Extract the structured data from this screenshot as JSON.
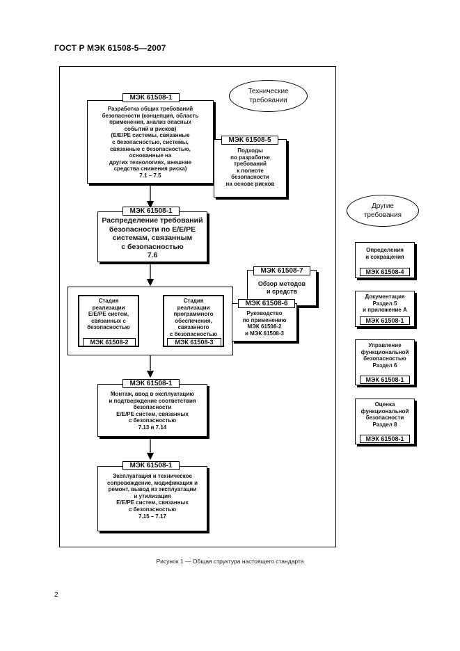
{
  "header": "ГОСТ Р МЭК 61508-5—2007",
  "ellipse_technical": "Технические\nтребовании",
  "ellipse_other": "Другие\nтребования",
  "box1": {
    "label": "МЭК 61508-1",
    "text": "Разработка общих требований\nбезопасности (концепция, область\nприменения, анализ опасных\nсобытий и рисков)\n(Е/Е/РЕ системы, связанные\nс безопасностью, системы,\nсвязанные с безопасностью,\nоснованные на\nдругих технологиях, внешние\nсредства снижения риска)\n7.1 – 7.5"
  },
  "box_part5": {
    "label": "МЭК 61508-5",
    "text": "Подходы\nпо разработке\nтребований\nк полноте\nбезопасности\nна основе рисков"
  },
  "box2": {
    "label": "МЭК 61508-1",
    "text": "Распределение требований\nбезопасности по Е/Е/РЕ\nсистемам, связанным\nс безопасностью\n7.6"
  },
  "box_part7": {
    "label": "МЭК 61508-7",
    "text": "Обзор методов\nи средств"
  },
  "box_part6": {
    "label": "МЭК 61508-6",
    "text": "Руководство\nпо применению\nМЭК 61508-2\nи МЭК 61508-3"
  },
  "stage_hw": {
    "text": "Стадия\nреализации\nЕ/Е/РЕ систем,\nсвязанных с\nбезопасностью",
    "label": "МЭК 61508-2"
  },
  "stage_sw": {
    "text": "Стадия\nреализации\nпрограммного\nобеспечения,\nсвязанного\nс безопасностью",
    "label": "МЭК 61508-3"
  },
  "box3": {
    "label": "МЭК 61508-1",
    "text": "Монтаж, ввод в эксплуатацию\nи подтверждение соответствия\nбезопасности\nЕ/Е/РЕ систем, связанных\nс безопасностью\n7.13 и 7.14"
  },
  "box4": {
    "label": "МЭК 61508-1",
    "text": "Эксплуатация и техническое\nсопровождение, модификация и\nремонт, вывод из эксплуатации\nи утилизация\nЕ/Е/РЕ систем, связанных\nс безопасностью\n7.15 – 7.17"
  },
  "side": [
    {
      "text": "Определения\nи сокращения",
      "label": "МЭК 61508-4"
    },
    {
      "text": "Документация\nРаздел 5\nи приложение А",
      "label": "МЭК 61508-1"
    },
    {
      "text": "Управление\nфункциональной\nбезопасностью\nРаздел 6",
      "label": "МЭК 61508-1"
    },
    {
      "text": "Оценка\nфункциональной\nбезопасности\nРаздел 8",
      "label": "МЭК 61508-1"
    }
  ],
  "caption": "Рисунок 1 — Общая структура настоящего стандарта",
  "page_number": "2"
}
